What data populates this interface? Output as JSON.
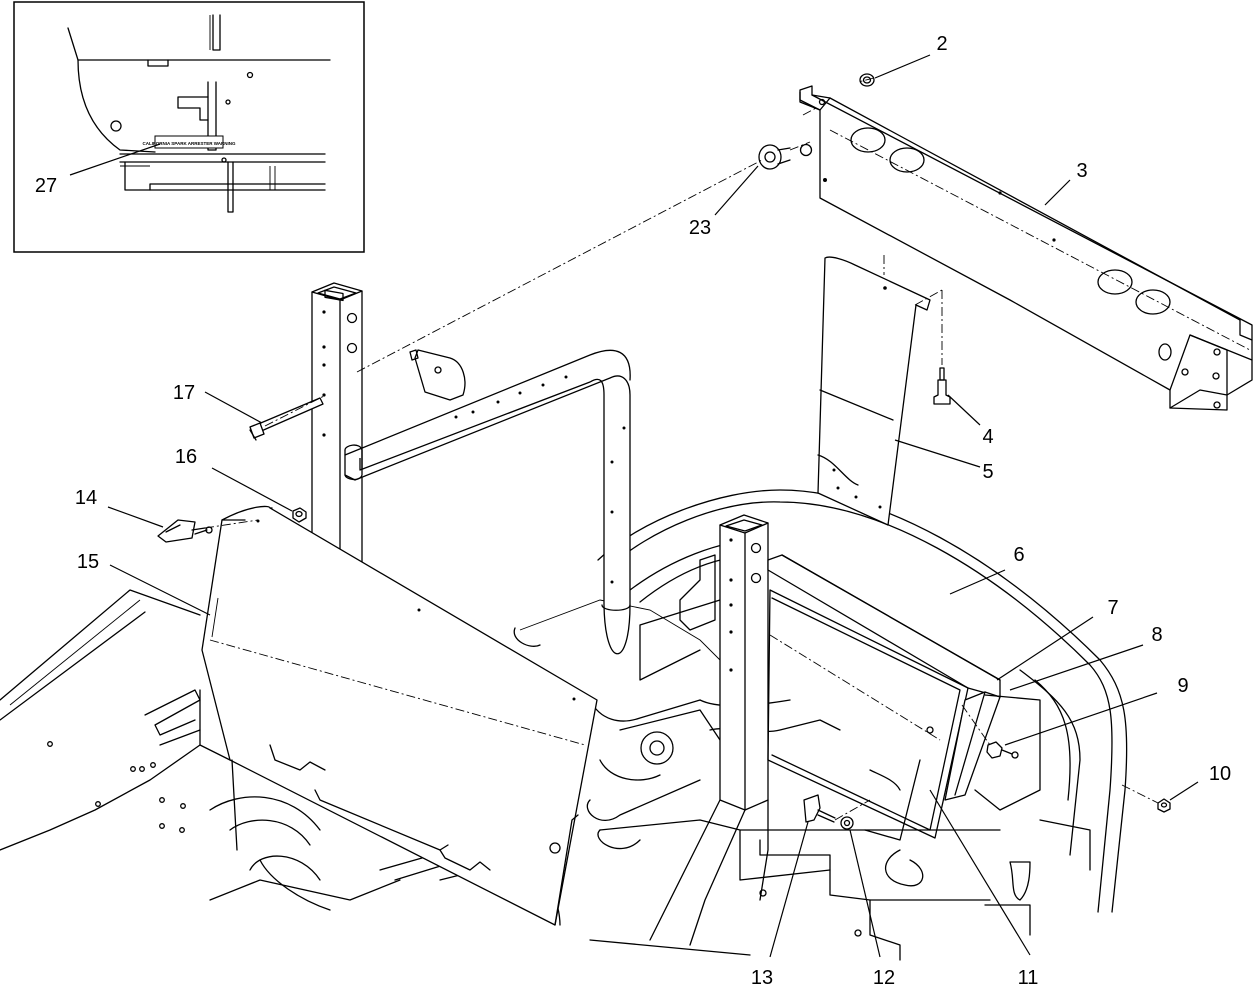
{
  "callouts": [
    {
      "id": "2",
      "label": "2"
    },
    {
      "id": "3",
      "label": "3"
    },
    {
      "id": "4",
      "label": "4"
    },
    {
      "id": "5",
      "label": "5"
    },
    {
      "id": "6",
      "label": "6"
    },
    {
      "id": "7",
      "label": "7"
    },
    {
      "id": "8",
      "label": "8"
    },
    {
      "id": "9",
      "label": "9"
    },
    {
      "id": "10",
      "label": "10"
    },
    {
      "id": "11",
      "label": "11"
    },
    {
      "id": "12",
      "label": "12"
    },
    {
      "id": "13",
      "label": "13"
    },
    {
      "id": "14",
      "label": "14"
    },
    {
      "id": "15",
      "label": "15"
    },
    {
      "id": "16",
      "label": "16"
    },
    {
      "id": "17",
      "label": "17"
    },
    {
      "id": "23",
      "label": "23"
    },
    {
      "id": "27",
      "label": "27"
    }
  ],
  "inset": {
    "decal_text": "CALIFORNIA SPARK ARRESTER WARNING"
  }
}
